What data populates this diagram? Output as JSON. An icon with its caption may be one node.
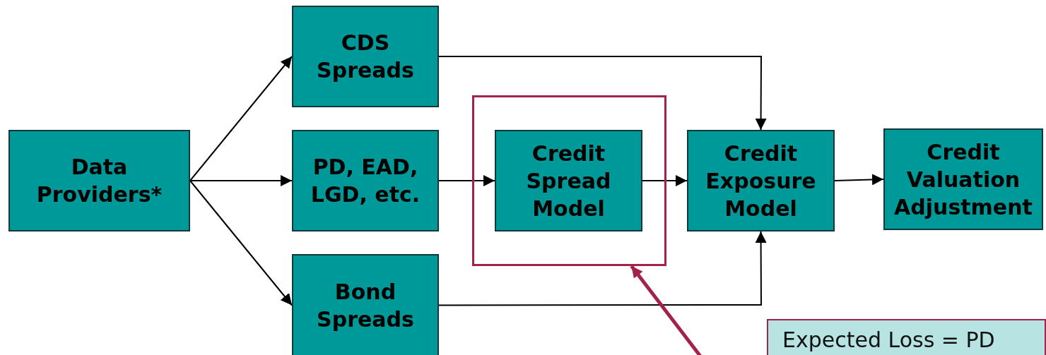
{
  "diagram": {
    "nodes": [
      {
        "text": [
          "Data Providers*"
        ]
      },
      {
        "text": [
          "CDS Spreads"
        ]
      },
      {
        "text": [
          "PD, EAD, LGD, etc."
        ]
      },
      {
        "text": [
          "Bond Spreads"
        ]
      },
      {
        "text": [],
        "shape": "box"
      },
      {
        "text": [
          "Credit Spread Model"
        ],
        "in": 4
      },
      {
        "text": [
          "Credit Exposure Model"
        ]
      },
      {
        "text": [
          "Credit Valuation Adjustment"
        ]
      },
      {
        "text": [
          "Expected Loss = PD"
        ]
      }
    ],
    "edges": [
      {
        "from": 0,
        "to": 1,
        "arrow": "to"
      },
      {
        "from": 0,
        "to": 2,
        "arrow": "to"
      },
      {
        "from": 0,
        "to": 3,
        "arrow": "to"
      },
      {
        "from": 1,
        "to": 6,
        "arrow": "to"
      },
      {
        "from": 2,
        "to": 5,
        "arrow": "to"
      },
      {
        "from": 5,
        "to": 6,
        "arrow": "to"
      },
      {
        "from": 3,
        "to": 6,
        "arrow": "to"
      },
      {
        "from": 6,
        "to": 7,
        "arrow": "to"
      },
      {
        "from": null,
        "to": 4,
        "arrow": "to",
        "style": "thick",
        "color": "#a3224a"
      }
    ]
  }
}
